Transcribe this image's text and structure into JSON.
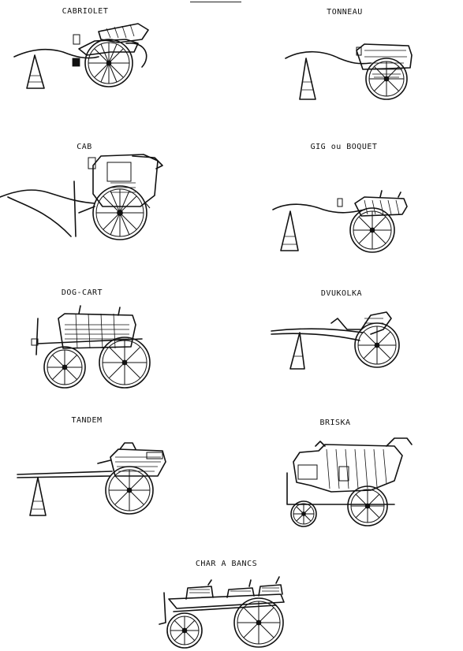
{
  "page": {
    "header_rule": true
  },
  "carriages": [
    {
      "id": "cabriolet",
      "name": "CABRIOLET"
    },
    {
      "id": "tonneau",
      "name": "TONNEAU"
    },
    {
      "id": "cab",
      "name": "CAB"
    },
    {
      "id": "gig",
      "name": "GIG ou BOQUET"
    },
    {
      "id": "dog-cart",
      "name": "DOG-CART"
    },
    {
      "id": "dvukolka",
      "name": "DVUKOLKA"
    },
    {
      "id": "tandem",
      "name": "TANDEM"
    },
    {
      "id": "briska",
      "name": "BRISKA"
    },
    {
      "id": "char-a-bancs",
      "name": "CHAR A BANCS"
    }
  ]
}
